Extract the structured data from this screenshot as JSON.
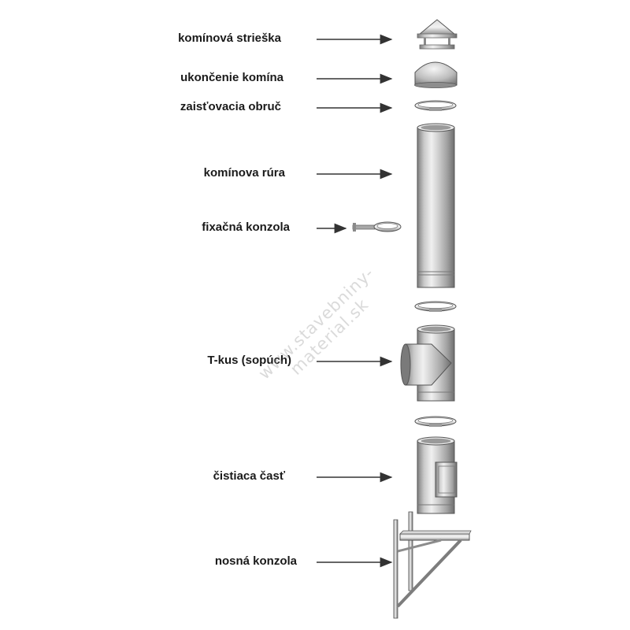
{
  "labels": {
    "chimney_cap": "komínová strieška",
    "chimney_termination": "ukončenie komína",
    "locking_band_top": "zaisťovacia obruč",
    "chimney_pipe": "komínova rúra",
    "fixing_bracket": "fixačná konzola",
    "t_piece": "T-kus (sopúch)",
    "cleaning_section": "čistiaca časť",
    "support_bracket": "nosná konzola"
  },
  "watermark": "www.stavebniny-material.sk",
  "colors": {
    "text": "#1a1a1a",
    "arrow": "#333333",
    "steel_dark": "#7d7d7d",
    "steel_light": "#e6e6e6"
  }
}
